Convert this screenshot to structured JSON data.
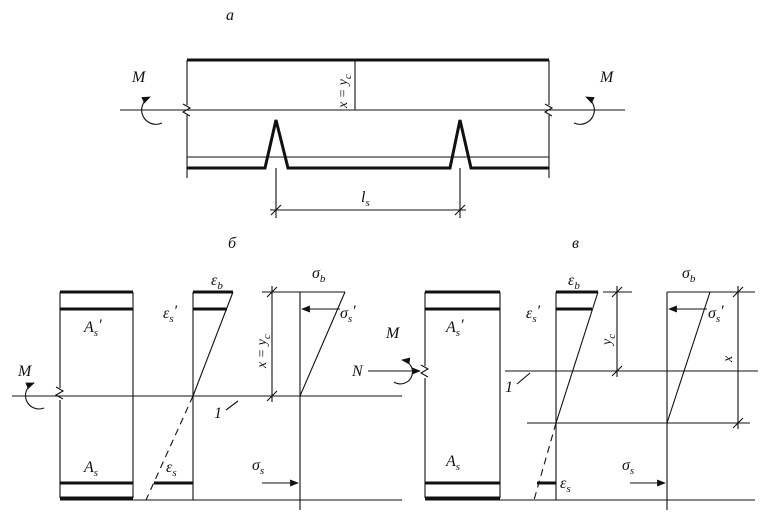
{
  "panel_labels": {
    "a": "а",
    "b": "б",
    "v": "в"
  },
  "top": {
    "moment_left": "M",
    "moment_right": "M",
    "depth_main": "x = y",
    "depth_sub": "c",
    "crack_spacing_main": "l",
    "crack_spacing_sub": "s"
  },
  "mid": {
    "moment": "M",
    "as_prime_main": "A",
    "as_prime_sub": "s",
    "as_prime_prime": "′",
    "as_main": "A",
    "as_sub": "s",
    "eps_b_main": "ε",
    "eps_b_sub": "b",
    "eps_sp_main": "ε",
    "eps_sp_sub": "s",
    "eps_sp_prime": "′",
    "eps_s_main": "ε",
    "eps_s_sub": "s",
    "sig_b_main": "σ",
    "sig_b_sub": "b",
    "sig_sp_main": "σ",
    "sig_sp_sub": "s",
    "sig_sp_prime": "′",
    "sig_s_main": "σ",
    "sig_s_sub": "s",
    "depth_main": "x = y",
    "depth_sub": "c",
    "line_label": "1"
  },
  "right": {
    "moment": "M",
    "force": "N",
    "as_prime_main": "A",
    "as_prime_sub": "s",
    "as_prime_prime": "′",
    "as_main": "A",
    "as_sub": "s",
    "eps_b_main": "ε",
    "eps_b_sub": "b",
    "eps_sp_main": "ε",
    "eps_sp_sub": "s",
    "eps_sp_prime": "′",
    "eps_s_main": "ε",
    "eps_s_sub": "s",
    "sig_b_main": "σ",
    "sig_b_sub": "b",
    "sig_sp_main": "σ",
    "sig_sp_sub": "s",
    "sig_sp_prime": "′",
    "sig_s_main": "σ",
    "sig_s_sub": "s",
    "yc_main": "y",
    "yc_sub": "c",
    "x_label": "x",
    "line_label": "1"
  }
}
